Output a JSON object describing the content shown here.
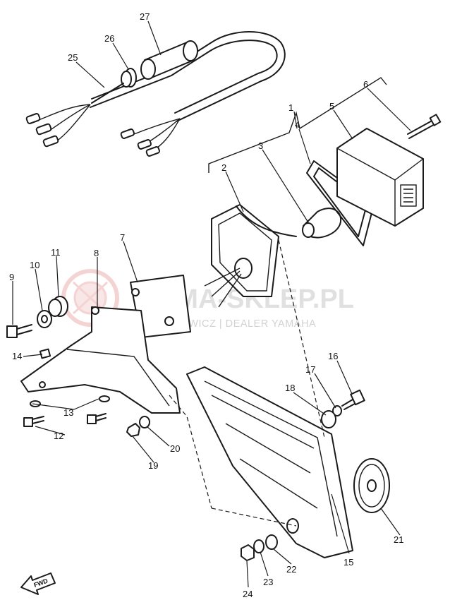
{
  "watermark": {
    "title": "YAMA-SKLEP.PL",
    "subtitle": "MAJ JUGOWICZ | DEALER YAMAHA",
    "logo_color": "#e8a0a0"
  },
  "direction_marker": {
    "label": "FWD",
    "icon": "arrow-icon"
  },
  "callouts": [
    "1",
    "2",
    "3",
    "4",
    "5",
    "6",
    "7",
    "8",
    "9",
    "10",
    "11",
    "12",
    "13",
    "14",
    "15",
    "16",
    "17",
    "18",
    "19",
    "20",
    "21",
    "22",
    "23",
    "24",
    "25",
    "26",
    "27"
  ],
  "callout_labels": {
    "c1": "1",
    "c2": "2",
    "c3": "3",
    "c4": "4",
    "c5": "5",
    "c6": "6",
    "c7": "7",
    "c8": "8",
    "c9": "9",
    "c10": "10",
    "c11": "11",
    "c12": "12",
    "c13": "13",
    "c14": "14",
    "c15": "15",
    "c16": "16",
    "c17": "17",
    "c18": "18",
    "c19": "19",
    "c20": "20",
    "c21": "21",
    "c22": "22",
    "c23": "23",
    "c24": "24",
    "c25": "25",
    "c26": "26",
    "c27": "27"
  }
}
